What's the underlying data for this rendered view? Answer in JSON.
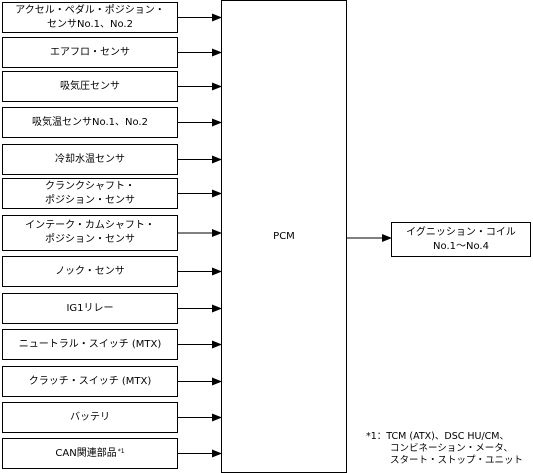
{
  "inputs": [
    {
      "lines": [
        "アクセル・ペダル・ポジション・",
        "センサNo.1、No.2"
      ]
    },
    {
      "lines": [
        "エアフロ・センサ"
      ]
    },
    {
      "lines": [
        "吸気圧センサ"
      ]
    },
    {
      "lines": [
        "吸気温センサNo.1、No.2"
      ]
    },
    {
      "lines": [
        "冷却水温センサ"
      ]
    },
    {
      "lines": [
        "クランクシャフト・",
        "ポジション・センサ"
      ]
    },
    {
      "lines": [
        "インテーク・カムシャフト・",
        "ポジション・センサ"
      ]
    },
    {
      "lines": [
        "ノック・センサ"
      ]
    },
    {
      "lines": [
        "IG1リレー"
      ]
    },
    {
      "lines": [
        "ニュートラル・スイッチ (MTX)"
      ]
    },
    {
      "lines": [
        "クラッチ・スイッチ (MTX)"
      ]
    },
    {
      "lines": [
        "バッテリ"
      ]
    },
    {
      "lines": [
        "CAN関連部品"
      ],
      "note": "*1"
    }
  ],
  "pcm": {
    "label": "PCM"
  },
  "output": {
    "lines": [
      "イグニッション・コイル",
      "No.1〜No.4"
    ]
  },
  "footnote": {
    "lines": [
      "*1：TCM (ATX)、DSC HU/CM、",
      "コンビネーション・メータ、",
      "スタート・ストップ・ユニット"
    ]
  }
}
